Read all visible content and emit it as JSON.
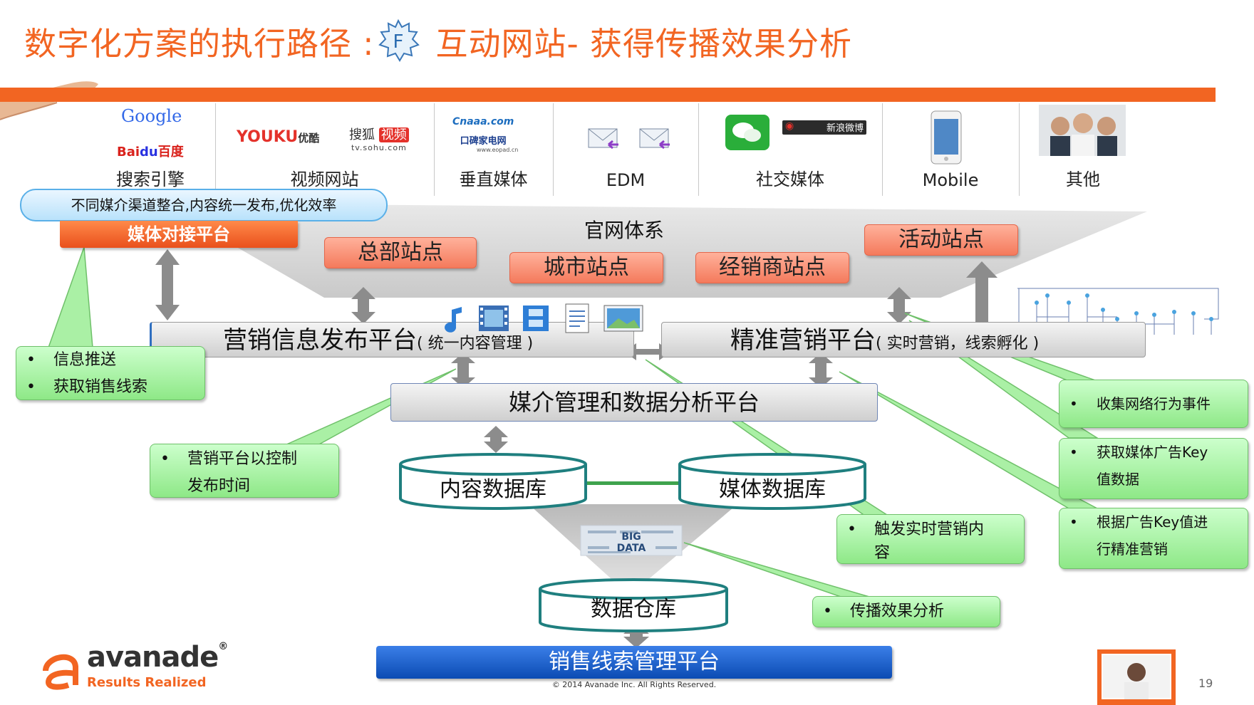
{
  "slide": {
    "title_left": "数字化方案的执行路径 :",
    "badge_letter": "F",
    "title_right": "互动网站- 获得传播效果分析",
    "page_number": "19",
    "copyright": "© 2014 Avanade Inc. All Rights Reserved."
  },
  "media": [
    {
      "label": "搜索引擎",
      "logos": [
        "Google",
        "Bai",
        "du",
        "百度"
      ]
    },
    {
      "label": "视频网站",
      "logos": [
        "YOUKU",
        "优酷",
        "搜狐",
        "视频",
        "tv.sohu.com"
      ]
    },
    {
      "label": "垂直媒体",
      "logos": [
        "Cnaaa.com",
        "口碑家电网",
        "www.eopad.cn"
      ]
    },
    {
      "label": "EDM",
      "logos": []
    },
    {
      "label": "社交媒体",
      "logos": [
        "新浪微博"
      ]
    },
    {
      "label": "Mobile",
      "logos": []
    },
    {
      "label": "其他",
      "logos": []
    }
  ],
  "integration_pill": "不同媒介渠道整合,内容统一发布,优化效率",
  "media_platform": "媒体对接平台",
  "official_system": "官网体系",
  "sites": {
    "hq": "总部站点",
    "city": "城市站点",
    "dealer": "经销商站点",
    "event": "活动站点"
  },
  "platforms": {
    "publishing_main": "营销信息发布平台",
    "publishing_sub": "( 统一内容管理 )",
    "precision_main": "精准营销平台",
    "precision_sub": "( 实时营销，线索孵化 )",
    "media_mgmt": "媒介管理和数据分析平台",
    "content_db": "内容数据库",
    "media_db": "媒体数据库",
    "warehouse": "数据仓库",
    "leads": "销售线索管理平台",
    "big_data_words": [
      "BIG",
      "DATA"
    ]
  },
  "callouts": {
    "left": [
      "信息推送",
      "获取销售线索"
    ],
    "control": [
      "营销平台以控制",
      "发布时间"
    ],
    "trigger": [
      "触发实时营销内",
      "容"
    ],
    "spread": [
      "传播效果分析"
    ],
    "collect": [
      "收集网络行为事件"
    ],
    "media_key": [
      "获取媒体广告Key",
      "值数据"
    ],
    "ad_key": [
      "根据广告Key值进",
      "行精准营销"
    ]
  },
  "bullet": "•",
  "logo": {
    "brand": "avanade",
    "tagline": "Results Realized",
    "registered": "®"
  },
  "colors": {
    "accent": "#f26522",
    "green": "#8ee887",
    "salmon": "#f47a5c",
    "teal": "#1f7f7f",
    "blue": "#1a5fd1"
  }
}
